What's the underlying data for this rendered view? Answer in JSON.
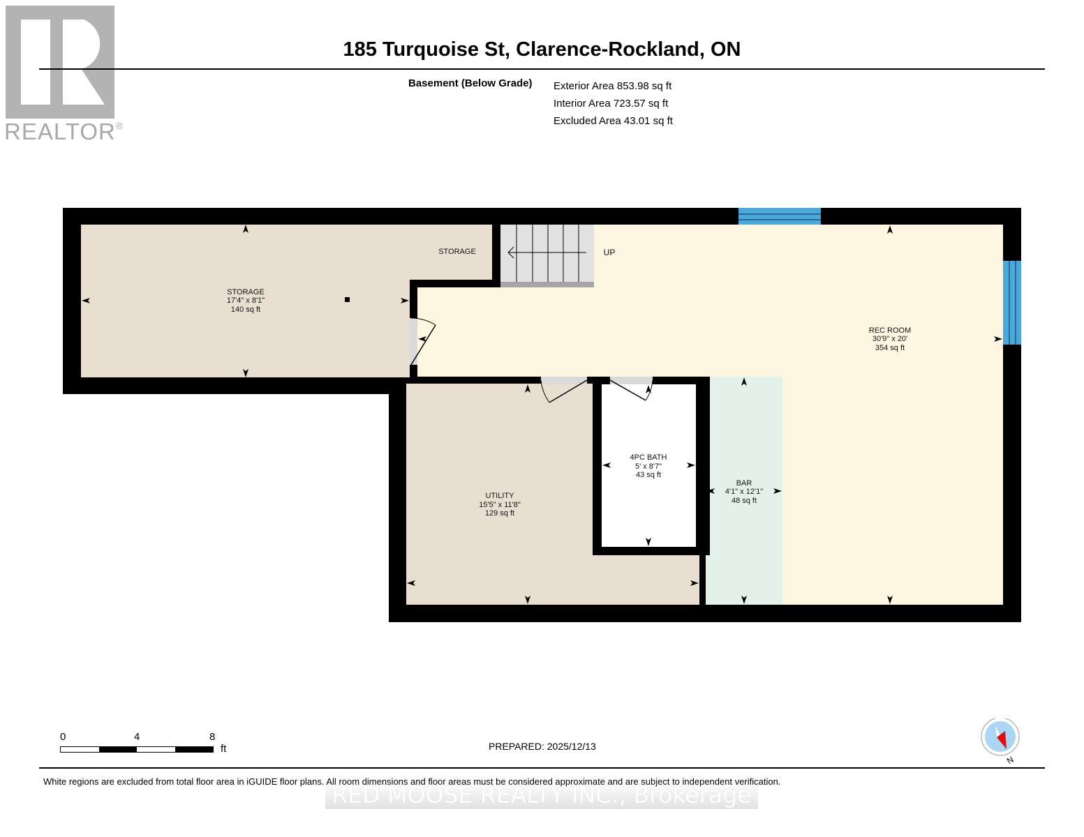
{
  "header": {
    "title": "185 Turquoise St, Clarence-Rockland, ON",
    "floor_label": "Basement (Below Grade)",
    "exterior_area": "Exterior Area 853.98 sq ft",
    "interior_area": "Interior Area 723.57 sq ft",
    "excluded_area": "Excluded Area 43.01 sq ft"
  },
  "logo": {
    "text": "REALTOR",
    "mark": "®"
  },
  "rooms": [
    {
      "name": "STORAGE",
      "dims": "17'4\" x 8'1\"",
      "area": "140 sq ft",
      "color": "#e8dfd1"
    },
    {
      "name": "STORAGE",
      "dims": "",
      "area": "",
      "color": "#e8dfd1"
    },
    {
      "name": "REC ROOM",
      "dims": "30'9\" x 20'",
      "area": "354 sq ft",
      "color": "#fdf6e1"
    },
    {
      "name": "UTILITY",
      "dims": "15'5\" x 11'8\"",
      "area": "129 sq ft",
      "color": "#e8dfd1"
    },
    {
      "name": "4PC BATH",
      "dims": "5' x 8'7\"",
      "area": "43 sq ft",
      "color": "#ffffff"
    },
    {
      "name": "BAR",
      "dims": "4'1\" x 12'1\"",
      "area": "48 sq ft",
      "color": "#e4f1ea"
    }
  ],
  "stairs": {
    "label": "UP"
  },
  "colors": {
    "wall": "#000000",
    "window": "#4aa8dc",
    "stair": "#e2e2e2",
    "door_sill": "#d9dadc"
  },
  "scale_bar": {
    "ticks": [
      "0",
      "4",
      "8"
    ],
    "unit": "ft"
  },
  "footer": {
    "prepared": "PREPARED: 2025/12/13",
    "compass_label": "N",
    "disclaimer": "White regions are excluded from total floor area in iGUIDE floor plans. All room dimensions and floor areas must be considered approximate and are subject to independent verification.",
    "watermark": "RED MOOSE REALTY INC., Brokerage"
  }
}
